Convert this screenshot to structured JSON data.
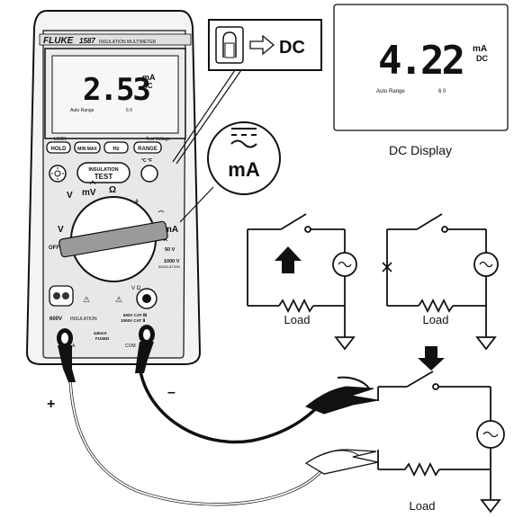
{
  "meter": {
    "brand": "FLUKE",
    "model": "1587",
    "model_desc": "INSULATION MULTIMETER",
    "display": {
      "value": "2.53",
      "unit": "mA",
      "mode": "AC",
      "range_label": "Auto Range",
      "range_digits": "6 0"
    },
    "labels": {
      "lock": "LOCK",
      "test_voltage": "Test Voltage",
      "hold": "HOLD",
      "minmax": "MIN MAX",
      "hz": "Hz",
      "range": "RANGE",
      "temp": "°C °F",
      "insulation": "INSULATION",
      "test": "TEST",
      "v_ac": "V",
      "v_dc": "V",
      "mv": "mV",
      "ohm": "Ω",
      "ma": "mA",
      "off": "OFF",
      "v50": "50 V",
      "v1000": "1000 V",
      "insulation_small": "INSULATION",
      "cat1": "600V CAT Ⅲ",
      "cat2": "1000V CAT Ⅱ",
      "fuse1": "440mA",
      "fuse2": "FUSED",
      "com": "COM",
      "vmax": "600V",
      "insulation_port": "INSULATION",
      "a": "A",
      "v_ohm": "V Ω"
    }
  },
  "callout_dc": {
    "label": "DC"
  },
  "callout_ma": {
    "symbol": "mA"
  },
  "dc_display": {
    "value": "4.22",
    "unit_top": "mA",
    "unit_bottom": "DC",
    "range_label": "Auto Range",
    "range_digits": "6 0",
    "caption": "DC Display"
  },
  "probes": {
    "plus": "+",
    "minus": "–"
  },
  "circuits": {
    "load_label": "Load"
  },
  "colors": {
    "meter_body": "#e8e8e8",
    "lcd_bg": "#f7f7f7",
    "probe": "#111111",
    "switch_band": "#9a9a9a"
  }
}
